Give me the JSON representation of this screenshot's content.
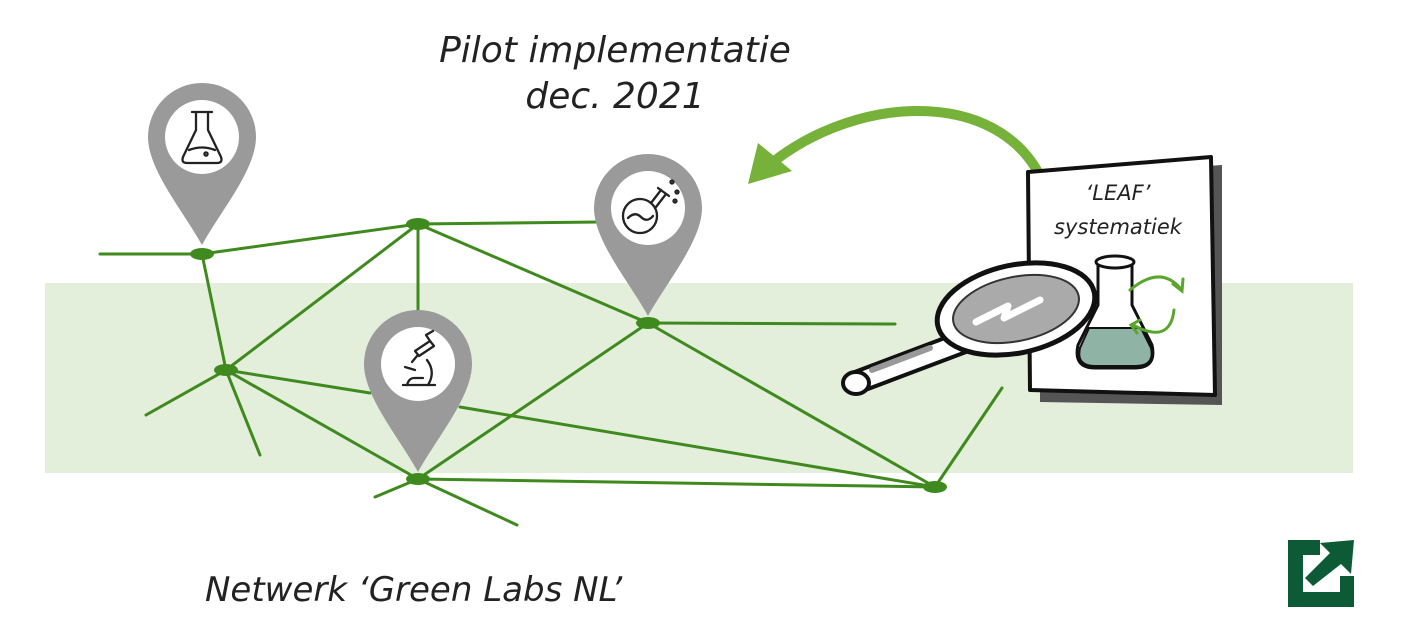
{
  "header": {
    "title_line1": "Pilot implementatie",
    "title_line2": "dec. 2021"
  },
  "document": {
    "line1": "‘LEAF’",
    "line2": "systematiek"
  },
  "footer": {
    "caption": "Netwerk ‘Green Labs NL’"
  },
  "icons": {
    "pins": [
      "flask-icon",
      "round-flask-icon",
      "microscope-icon"
    ],
    "tools": [
      "magnifying-glass-icon",
      "recycle-arrows-icon",
      "external-link-icon"
    ]
  },
  "colors": {
    "network_green": "#3f8a1e",
    "band_green": "#e3eedb",
    "arrow_green": "#76b13a",
    "pin_gray": "#9a9a9a",
    "brand_dark_green": "#0d5b36"
  }
}
